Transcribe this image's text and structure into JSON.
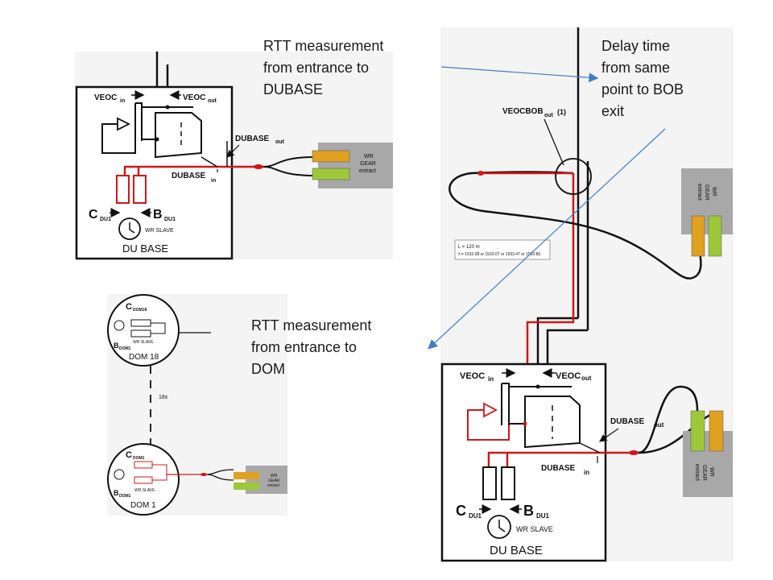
{
  "annotations": {
    "rtt_dubase": [
      "RTT measurement",
      "from entrance to",
      "DUBASE"
    ],
    "delay_bob": [
      "Delay time",
      "from same",
      "point to BOB",
      "exit"
    ],
    "rtt_dom": [
      "RTT measurement",
      "from entrance to",
      "DOM"
    ]
  },
  "du_base_small": {
    "veoc_in": "VEOC",
    "veoc_in_sub": "in",
    "veoc_out": "VEOC",
    "veoc_out_sub": "out",
    "dubase_out": "DUBASE",
    "dubase_out_sub": "out",
    "dubase_in": "DUBASE",
    "dubase_in_sub": "in",
    "c_label": "C",
    "c_sub": "DU1",
    "b_label": "B",
    "b_sub": "DU1",
    "wr_slave": "WR SLAVE",
    "title": "DU BASE",
    "wr_gear": [
      "WR",
      "GEAR",
      "extract"
    ]
  },
  "dom_chain": {
    "c18": "C",
    "c18_sub": "DOM18",
    "b18": "B",
    "b18_sub": "DOM1",
    "wr_slave_18": "WR SLAVE",
    "dom18_title": "DOM 18",
    "repeat": "18x",
    "c1": "C",
    "c1_sub": "DOM1",
    "b1": "B",
    "b1_sub": "DOM1",
    "wr_slave_1": "WR SLAVE",
    "dom1_title": "DOM 1",
    "wr_gear": [
      "WR",
      "GEAR",
      "extract"
    ]
  },
  "bob": {
    "veocbob": "VEOCBOB",
    "veocbob_sub": "out",
    "veocbob_note": "(1)",
    "fiber_spec": [
      "L = 120 m",
      "λ = 1532.68 or 1533.07 or 1533.47 or 1533.86"
    ],
    "wr_gear_top": [
      "WR",
      "GEAR",
      "extract"
    ],
    "wr_gear_bottom": [
      "WR",
      "GEAR",
      "extract"
    ]
  },
  "du_base_large": {
    "veoc_in": "VEOC",
    "veoc_in_sub": "in",
    "veoc_out": "VEOC",
    "veoc_out_sub": "out",
    "dubase_out": "DUBASE",
    "dubase_out_sub": "out",
    "dubase_in": "DUBASE",
    "dubase_in_sub": "in",
    "c_label": "C",
    "c_sub": "DU1",
    "b_label": "B",
    "b_sub": "DU1",
    "wr_slave": "WR SLAVE",
    "title": "DU BASE"
  },
  "colors": {
    "fiber_red": "#d01818",
    "arrow_blue": "#3f7fc6",
    "connector_orange": "#e0a020",
    "connector_green": "#9cc83a",
    "gear_gray": "#a8a8a8"
  }
}
